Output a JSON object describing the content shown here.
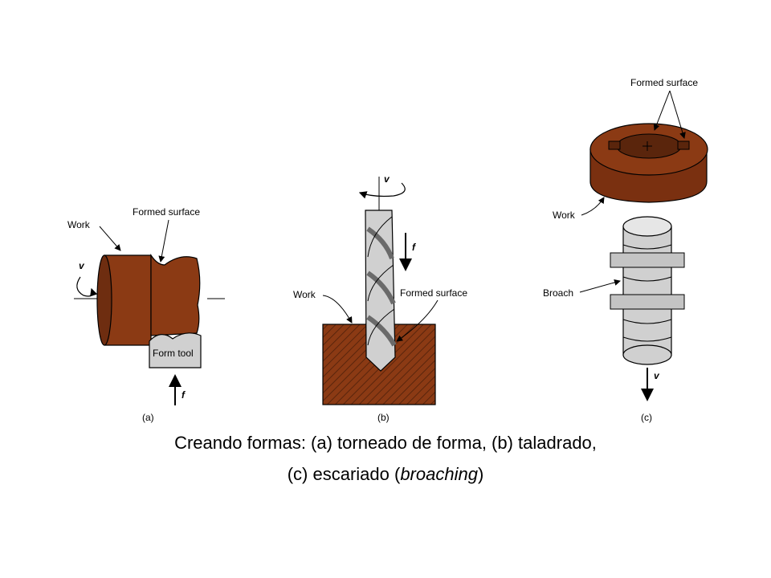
{
  "diagram": {
    "panel_a": {
      "work_label": "Work",
      "formed_surface_label": "Formed surface",
      "form_tool_label": "Form tool",
      "v_label": "v",
      "f_label": "f",
      "panel_label": "(a)"
    },
    "panel_b": {
      "work_label": "Work",
      "formed_surface_label": "Formed surface",
      "v_label": "v",
      "f_label": "f",
      "panel_label": "(b)"
    },
    "panel_c": {
      "formed_surface_label": "Formed surface",
      "work_label": "Work",
      "broach_label": "Broach",
      "v_label": "v",
      "panel_label": "(c)"
    },
    "colors": {
      "work": "#8b3a14",
      "work_dark": "#5a250c",
      "tool": "#d0d0d0",
      "tool_dark": "#9a9a9a"
    }
  },
  "caption": {
    "line1": "Creando formas: (a) torneado de forma, (b) taladrado,",
    "line2_prefix": "(c) escariado (",
    "line2_italic": "broaching",
    "line2_suffix": ")"
  }
}
